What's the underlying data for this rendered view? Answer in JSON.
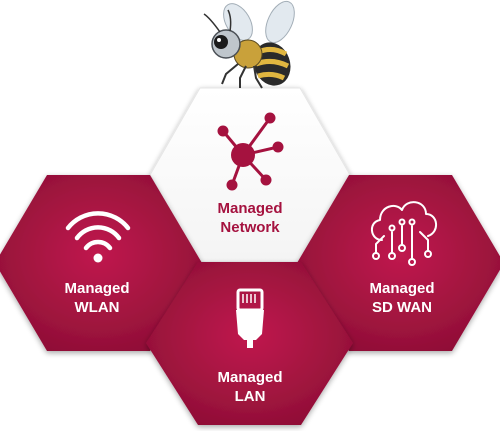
{
  "colors": {
    "crimson": "#a5123f",
    "crimson_dark": "#8f0f36",
    "crimson_light": "#b8174a",
    "white_hex": "#ffffff",
    "white_hex_shadow": "#d9d9d9",
    "label_on_crimson": "#ffffff",
    "label_on_white": "#a5123f"
  },
  "mascot": {
    "icon": "robot-bee-icon"
  },
  "hexagons": [
    {
      "id": "network",
      "line1": "Managed",
      "line2": "Network",
      "icon": "network-hub-icon",
      "theme": "white"
    },
    {
      "id": "wlan",
      "line1": "Managed",
      "line2": "WLAN",
      "icon": "wifi-icon",
      "theme": "crimson"
    },
    {
      "id": "sdwan",
      "line1": "Managed",
      "line2": "SD WAN",
      "icon": "cloud-circuit-icon",
      "theme": "crimson"
    },
    {
      "id": "lan",
      "line1": "Managed",
      "line2": "LAN",
      "icon": "ethernet-plug-icon",
      "theme": "crimson"
    }
  ]
}
